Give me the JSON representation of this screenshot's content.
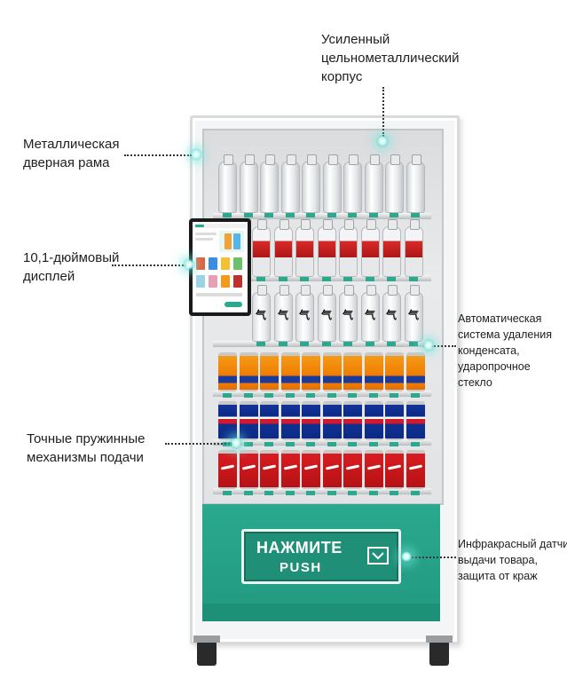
{
  "labels": {
    "body": [
      "Усиленный",
      "цельнометаллический",
      "корпус"
    ],
    "door_frame": [
      "Металлическая",
      "дверная рама"
    ],
    "display": [
      "10,1-дюймовый",
      "дисплей"
    ],
    "defog": [
      "Автоматическая",
      "система удаления",
      "конденсата,",
      "ударопрочное",
      "стекло"
    ],
    "springs": [
      "Точные пружинные",
      "механизмы подачи"
    ],
    "sensor": [
      "Инфракрасный датчик",
      "выдачи товара,",
      "защита от краж"
    ]
  },
  "push_panel": {
    "line1": "НАЖМИТЕ",
    "line2": "PUSH"
  },
  "colors": {
    "panel_teal": "#2aa98f",
    "glow": "#7fe6dc"
  },
  "icons": [
    "push-arrow-icon",
    "highlight-glow-icon"
  ]
}
